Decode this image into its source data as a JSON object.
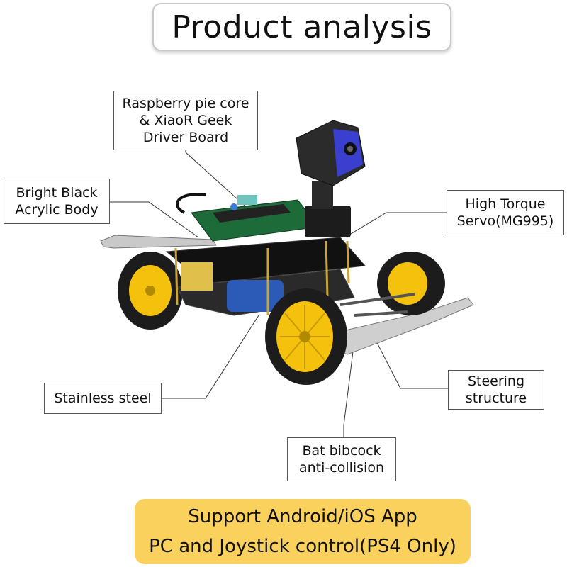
{
  "title": "Product analysis",
  "labels": {
    "core": [
      "Raspberry pie core",
      "& XiaoR Geek",
      "Driver Board"
    ],
    "acrylic": [
      "Bright Black",
      "Acrylic Body"
    ],
    "servo": [
      "High Torque",
      "Servo(MG995)"
    ],
    "steel": [
      "Stainless steel"
    ],
    "steering": [
      "Steering",
      "structure"
    ],
    "bumper": [
      "Bat bibcock",
      "anti-collision"
    ]
  },
  "banner": {
    "line1": "Support Android/iOS App",
    "line2": "PC and Joystick control(PS4 Only)"
  },
  "colors": {
    "banner_bg": "#fbd15d",
    "wheel_hub": "#f4c20d",
    "tire": "#1c1c1c",
    "acrylic": "#111111",
    "pcb": "#1e6b3a",
    "camera_lens": "#3a3fd0"
  }
}
